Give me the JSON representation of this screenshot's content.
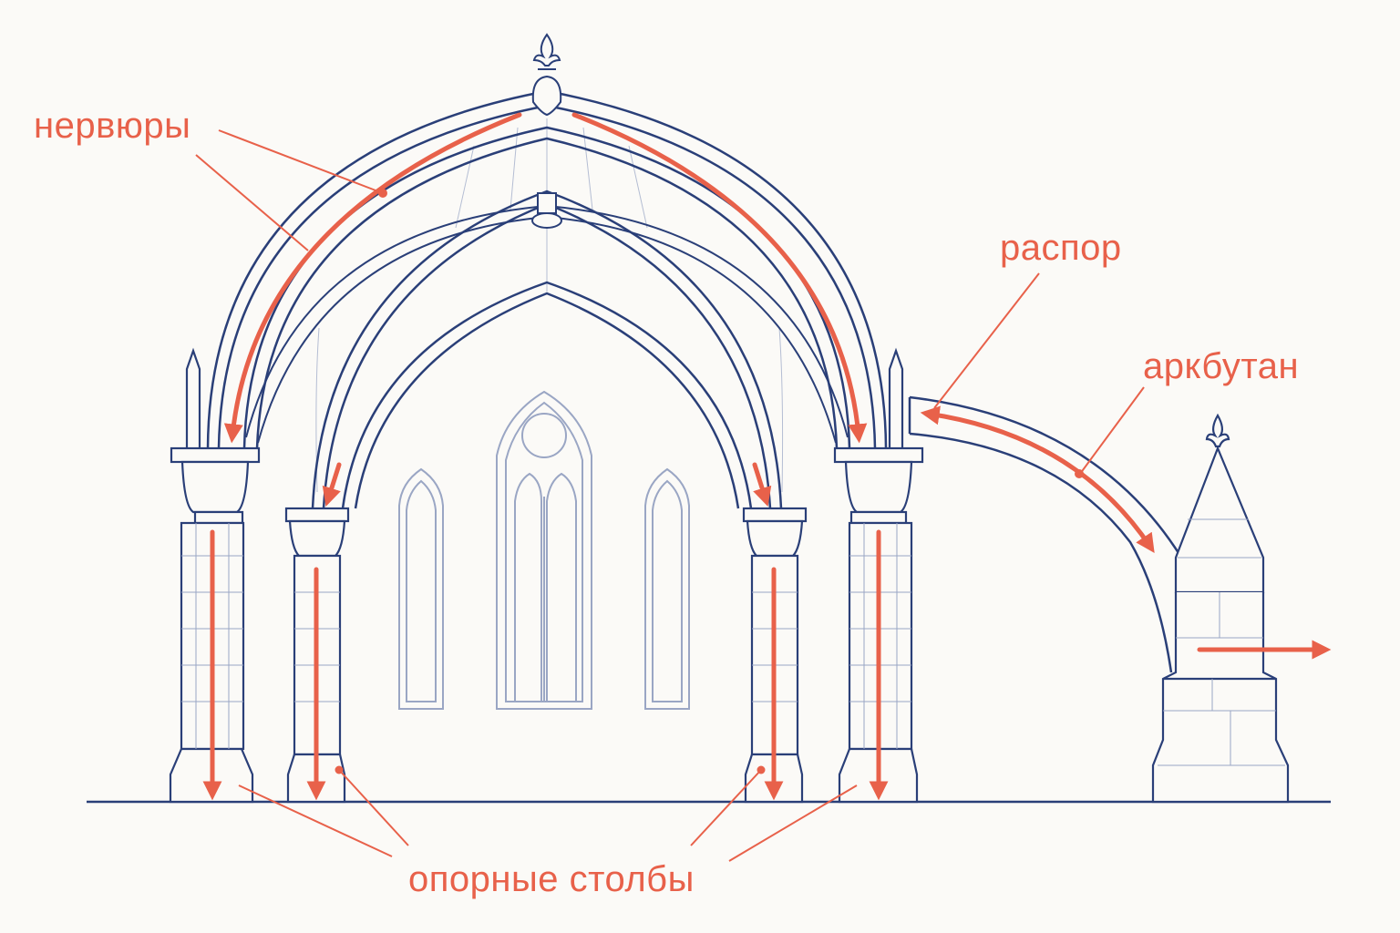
{
  "diagram": {
    "labels": {
      "ribs": "нервюры",
      "thrust": "распор",
      "flying_buttress": "аркбутан",
      "piers": "опорные столбы"
    },
    "colors": {
      "ink": "#2a3f78",
      "ink_light": "#9aa6c4",
      "accent": "#e8614a",
      "background": "#fbfaf7"
    }
  }
}
